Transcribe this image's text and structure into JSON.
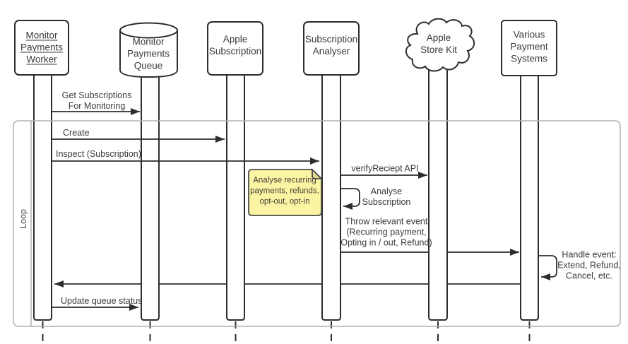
{
  "participants": [
    {
      "id": "monitor-payments-worker",
      "shape": "rounded-box",
      "underlined": true,
      "label": "Monitor\nPayments\nWorker"
    },
    {
      "id": "monitor-payments-queue",
      "shape": "cylinder",
      "underlined": false,
      "label": "Monitor\nPayments\nQueue"
    },
    {
      "id": "apple-subscription",
      "shape": "rounded-box",
      "underlined": false,
      "label": "Apple\nSubscription"
    },
    {
      "id": "subscription-analyser",
      "shape": "rounded-box",
      "underlined": false,
      "label": "Subscription\nAnalyser"
    },
    {
      "id": "apple-store-kit",
      "shape": "cloud",
      "underlined": false,
      "label": "Apple\nStore Kit"
    },
    {
      "id": "various-payment-systems",
      "shape": "rounded-box",
      "underlined": false,
      "label": "Various\nPayment\nSystems"
    }
  ],
  "messages": [
    {
      "id": "get-subscriptions",
      "from": "monitor-payments-worker",
      "to": "monitor-payments-queue",
      "label": "Get Subscriptions\nFor Monitoring"
    },
    {
      "id": "create",
      "from": "monitor-payments-worker",
      "to": "apple-subscription",
      "label": "Create"
    },
    {
      "id": "inspect-subscription",
      "from": "monitor-payments-worker",
      "to": "subscription-analyser",
      "label": "Inspect (Subscription)"
    },
    {
      "id": "verify-receipt-api",
      "from": "subscription-analyser",
      "to": "apple-store-kit",
      "label": "verifyReciept API"
    },
    {
      "id": "analyse-subscription",
      "from": "subscription-analyser",
      "to": "subscription-analyser",
      "label": "Analyse\nSubscription"
    },
    {
      "id": "throw-relevant-event",
      "from": "subscription-analyser",
      "to": "various-payment-systems",
      "label": "Throw relevant event\n(Recurring payment,\nOpting in / out, Refund)"
    },
    {
      "id": "handle-event",
      "from": "various-payment-systems",
      "to": "various-payment-systems",
      "label": "Handle event:\nExtend, Refund,\nCancel, etc."
    },
    {
      "id": "return-to-worker",
      "from": "various-payment-systems",
      "to": "monitor-payments-worker",
      "label": ""
    },
    {
      "id": "update-queue-status",
      "from": "monitor-payments-worker",
      "to": "monitor-payments-queue",
      "label": "Update queue status"
    }
  ],
  "note": {
    "text": "Analyse recurring\npayments, refunds,\nopt-out, opt-in",
    "fill": "#fbf5a3"
  },
  "loop_frame": {
    "label": "Loop"
  },
  "colors": {
    "line": "#2d2d2d",
    "text": "#3a3a3a",
    "frame": "#b0b0b0",
    "note_fill": "#fbf5a3",
    "note_fold": "#e3da8d",
    "background": "#ffffff"
  }
}
